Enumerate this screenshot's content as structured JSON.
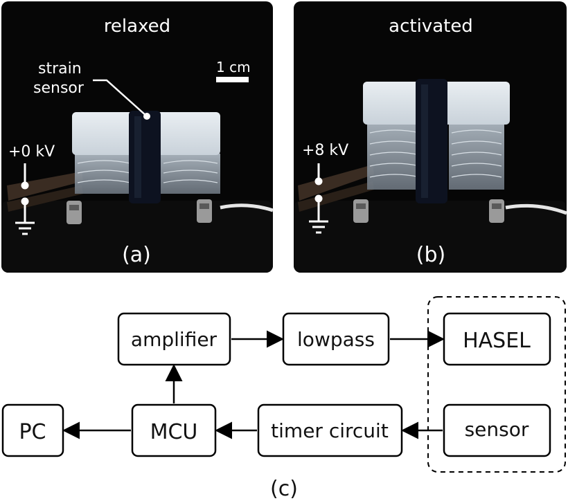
{
  "panels": {
    "left": {
      "title": "relaxed",
      "voltage": "+0 kV",
      "sensor_callout": "strain\nsensor",
      "scale_bar": "1 cm",
      "caption": "(a)"
    },
    "right": {
      "title": "activated",
      "voltage": "+8 kV",
      "caption": "(b)"
    }
  },
  "block_diagram": {
    "blocks": {
      "amplifier": "amplifier",
      "lowpass": "lowpass",
      "hasel": "HASEL",
      "pc": "PC",
      "mcu": "MCU",
      "timer": "timer circuit",
      "sensor": "sensor"
    },
    "caption": "(c)"
  }
}
